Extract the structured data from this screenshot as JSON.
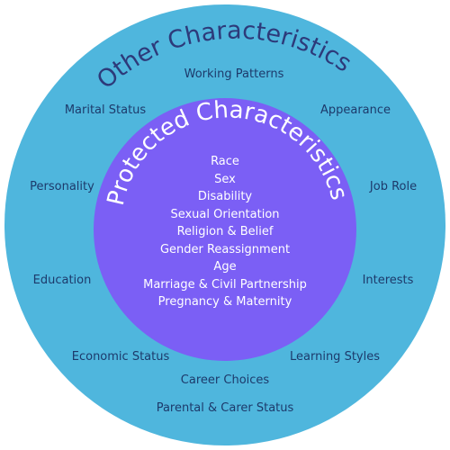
{
  "diagram": {
    "colors": {
      "outer_circle": "#4fb6dd",
      "inner_circle": "#7b5ff5",
      "outer_title": "#2d3a7a",
      "outer_text": "#1d3a6b",
      "inner_text": "#ffffff"
    },
    "outer": {
      "title": "Other Characteristics",
      "items": [
        "Working Patterns",
        "Marital Status",
        "Appearance",
        "Personality",
        "Job Role",
        "Education",
        "Interests",
        "Economic Status",
        "Learning Styles",
        "Career Choices",
        "Parental & Carer Status"
      ]
    },
    "inner": {
      "title": "Protected Characteristics",
      "items": [
        "Race",
        "Sex",
        "Disability",
        "Sexual Orientation",
        "Religion & Belief",
        "Gender Reassignment",
        "Age",
        "Marriage & Civil Partnership",
        "Pregnancy & Maternity"
      ]
    }
  }
}
